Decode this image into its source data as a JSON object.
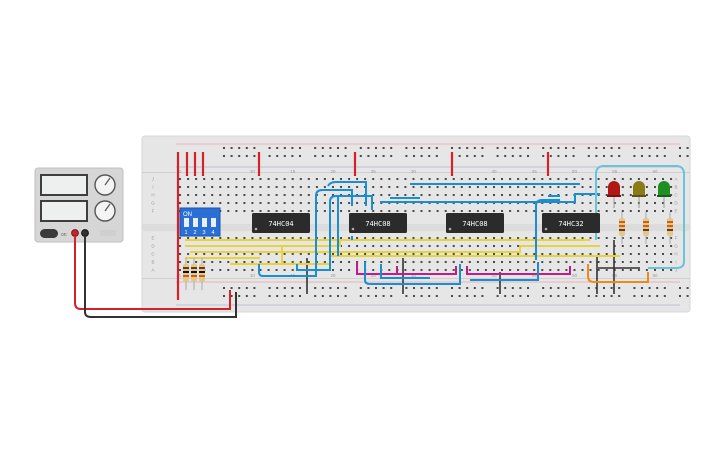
{
  "breadboard": {
    "column_labels": [
      "1",
      "10",
      "15",
      "20",
      "25",
      "30",
      "40",
      "45",
      "50",
      "55",
      "60"
    ],
    "row_labels_top": [
      "J",
      "I",
      "H",
      "G",
      "F"
    ],
    "row_labels_bottom": [
      "E",
      "D",
      "C",
      "B",
      "A"
    ],
    "right_row_labels_top": [
      "A",
      "B",
      "C",
      "D",
      "E"
    ],
    "right_row_labels_bottom": [
      "F",
      "G",
      "H",
      "I",
      "J"
    ]
  },
  "power_supply": {
    "button_label": "on"
  },
  "dip_switch": {
    "label": "ON",
    "numbers": [
      "1",
      "2",
      "3",
      "4"
    ]
  },
  "chips": [
    {
      "label": "74HC04"
    },
    {
      "label": "74HC08"
    },
    {
      "label": "74HC08"
    },
    {
      "label": "74HC32"
    }
  ],
  "leds": [
    {
      "color": "red",
      "hex": "#b01818"
    },
    {
      "color": "yellow",
      "hex": "#8a7a18"
    },
    {
      "color": "green",
      "hex": "#1f8f22"
    }
  ],
  "colors": {
    "breadboard": "#e6e6e6",
    "wire_blue": "#1b8ed1",
    "wire_yellow": "#e8d43a",
    "wire_magenta": "#c21c8c",
    "wire_orange": "#ef8a18",
    "wire_red": "#d3222a",
    "wire_black": "#333333",
    "wire_cyan": "#6bc3d8"
  }
}
